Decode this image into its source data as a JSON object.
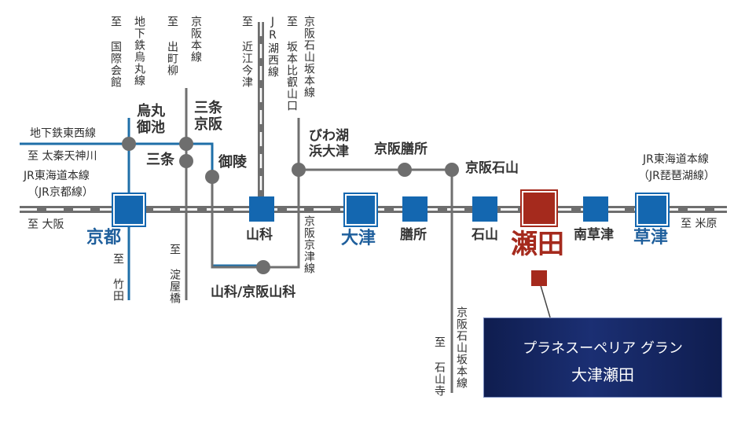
{
  "colors": {
    "jr": "#707070",
    "keihan": "#707070",
    "subway": "#1f6fa8",
    "station": "#1467b0",
    "highlight": "#a52a1d",
    "callout_bg": "#13245c"
  },
  "lines": {
    "subway_tozai": "地下鉄東西線",
    "uzumasa": "至 太秦天神川",
    "jr_tokaido": "JR東海道本線",
    "jr_kyoto_line": "（JR京都線）",
    "to_osaka": "至 大阪",
    "jr_tokaido_r": "JR東海道本線",
    "jr_biwako_line": "（JR琵琶湖線）",
    "to_maibara": "至 米原",
    "to_kokusai": "至 国際会館",
    "karasuma_line": "地下鉄烏丸線",
    "to_demachi": "至 出町柳",
    "keihan_honsen": "京阪本線",
    "to_omiimazu": "至 近江今津",
    "jr_kosei": "JR湖西線",
    "to_sakamoto": "至 坂本比叡山口",
    "keihan_ishiyama_sakamoto": "京阪石山坂本線",
    "to_takeda": "至 竹田",
    "to_yodoyabashi": "至 淀屋橋",
    "keihan_keishin": "京阪京津線",
    "to_ishiyamadera": "至 石山寺",
    "keihan_ishiyama_sakamoto_s": "京阪石山坂本線"
  },
  "stations": {
    "kyoto": "京都",
    "karasuma_oike": "烏丸\n御池",
    "sanjo_keihan": "三条\n京阪",
    "sanjo": "三条",
    "misasagi": "御陵",
    "yamashina": "山科",
    "yamashina_keihan": "山科/京阪山科",
    "biwako_hamaotsu": "びわ湖\n浜大津",
    "keihan_zeze": "京阪膳所",
    "keihan_ishiyama": "京阪石山",
    "otsu": "大津",
    "zeze": "膳所",
    "ishiyama": "石山",
    "seta": "瀬田",
    "minami_kusatsu": "南草津",
    "kusatsu": "草津"
  },
  "callout": {
    "line1": "プラネスーペリア グラン",
    "line2": "大津瀬田"
  }
}
